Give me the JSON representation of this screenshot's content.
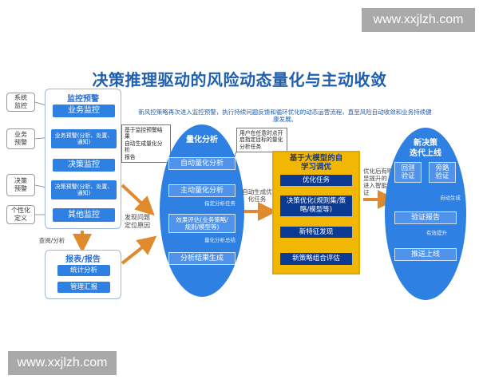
{
  "watermark": "www.xxjlzh.com",
  "title": "决策推理驱动的风险动态量化与主动收敛",
  "intro": "新风控策略再次进入监控预警，执行持续问题反馈和循环优化的动态运营流程，直至风险自动收敛和业务持续健康发展。",
  "side_labels": [
    "系统\n监控",
    "业务\n预警",
    "决策\n预警",
    "个性化\n定义"
  ],
  "monitor_panel": {
    "title": "监控预警",
    "items": [
      "业务监控",
      "业务预警(分析、处置、\n通知)",
      "决策监控",
      "决策预警(分析、处置、\n通知)",
      "其他监控"
    ]
  },
  "query_label": "查阅/分析",
  "report_panel": {
    "title": "报表/报告",
    "items": [
      "统计分析",
      "管理汇报"
    ]
  },
  "locate_label": "发现问题\n定位原因",
  "callout_left": "基于监控预警结果\n自动生成量化分析\n报告",
  "quant_ellipse": {
    "title": "量化分析",
    "items": [
      "自动量化分析",
      "主动量化分析",
      "效果评估(业务策略/\n规则/模型等)",
      "分析结果生成"
    ],
    "sublabels": [
      "指定分析任务",
      "量化分析总结"
    ]
  },
  "callout_mid": "用户在任意时点开\n启指定目标的量化\n分析任务",
  "auto_opt_label": "自动生成优\n化任务",
  "learning_box": {
    "title": "基于大模型的自\n学习调优",
    "items": [
      "优化任务",
      "决策优化(规则集/策\n略/模型等)",
      "新特征发现",
      "新策略组合评估"
    ]
  },
  "deploy_label": "优化后有明\n显提升的，\n进入智能验\n证",
  "deploy_ellipse": {
    "title": "新决策\n迭代上线",
    "top_items": [
      "回测\n验证",
      "旁路\n验证"
    ],
    "auto_label": "自动生成",
    "report": "验证报告",
    "promote_label": "有效提升",
    "launch": "推送上线"
  },
  "colors": {
    "title": "#1f5fb0",
    "accent": "#2f80e3",
    "arrow": "#e08a2e",
    "panel_border": "#9bb8d8",
    "yellow": "#f2b705",
    "dark_blue": "#0b3a93"
  }
}
